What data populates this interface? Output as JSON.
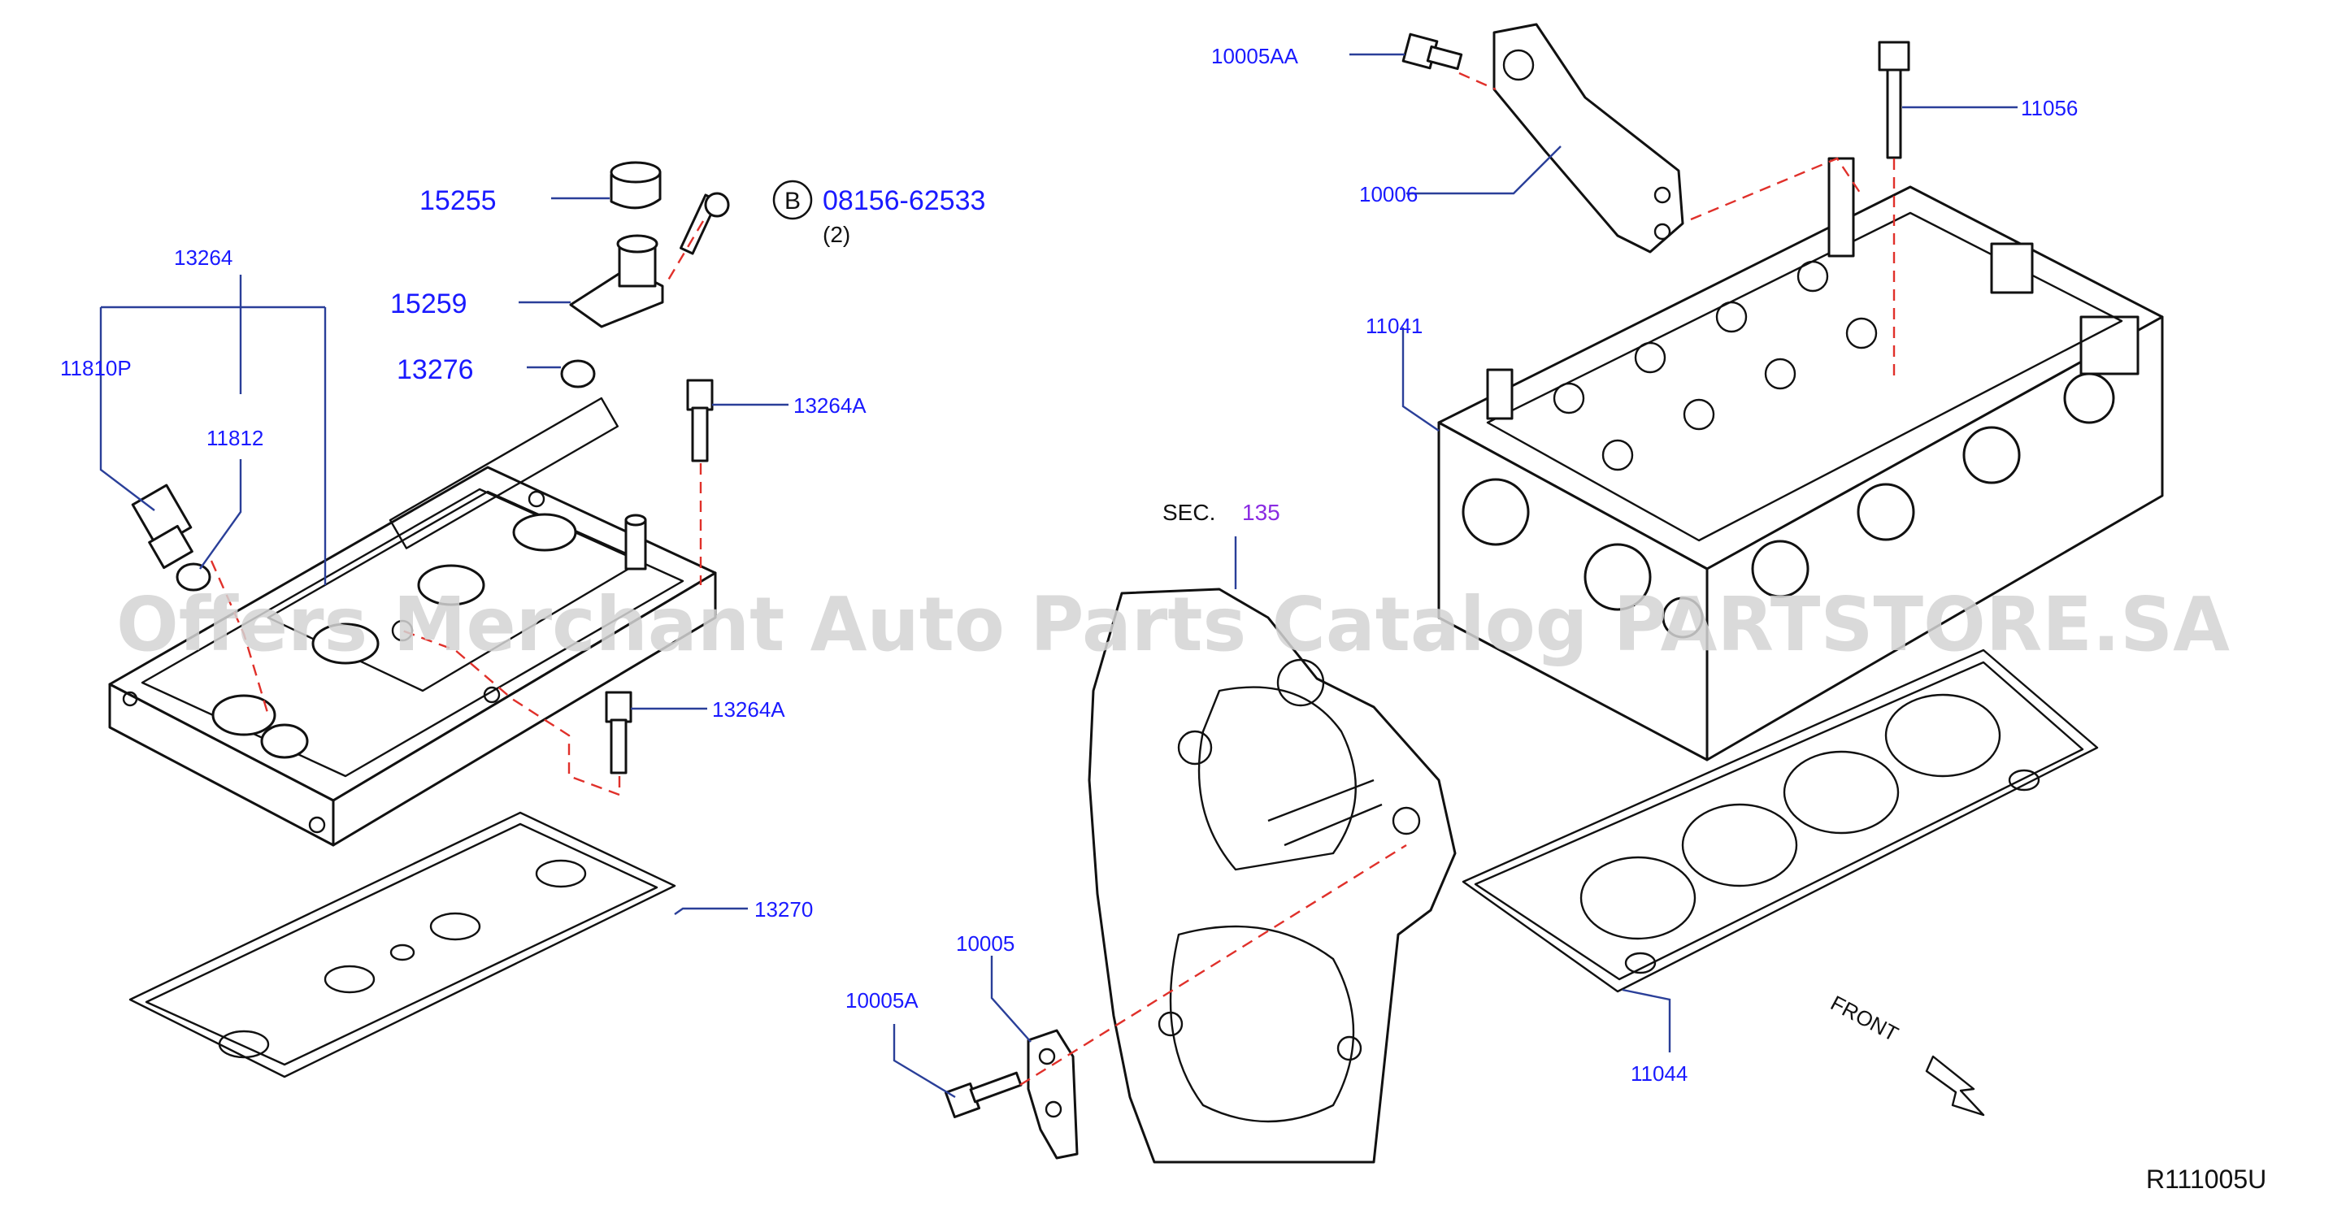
{
  "watermark": "Offers Merchant Auto Parts Catalog PARTSTORE.SA",
  "diagram_code": "R111005U",
  "front_label": "FRONT",
  "section_ref": {
    "prefix": "SEC.",
    "number": "135"
  },
  "bolt_ref": {
    "badge": "B",
    "part": "08156-62533",
    "qty": "(2)"
  },
  "parts": {
    "p10005AA": "10005AA",
    "p11056": "11056",
    "p10006": "10006",
    "p11041": "11041",
    "p15255": "15255",
    "p15259": "15259",
    "p13276": "13276",
    "p13264": "13264",
    "p11810P": "11810P",
    "p11812": "11812",
    "p13264A_1": "13264A",
    "p13264A_2": "13264A",
    "p13270": "13270",
    "p10005": "10005",
    "p10005A": "10005A",
    "p11044": "11044"
  },
  "colors": {
    "label": "#1a1aff",
    "section_number": "#8a2be2",
    "leader": "#2a3f99",
    "dashed_line": "#e0302a"
  }
}
